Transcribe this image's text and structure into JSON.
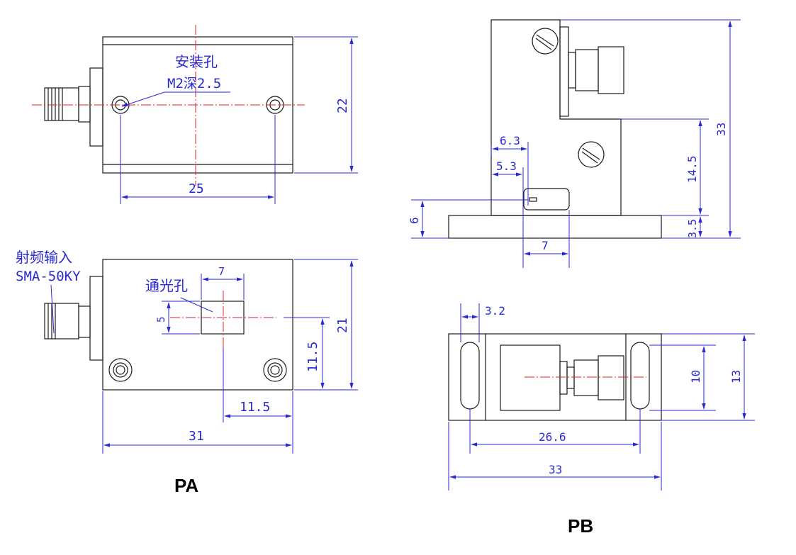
{
  "views": {
    "pa": {
      "label": "PA",
      "top": {
        "mount_hole_label": "安装孔",
        "mount_hole_spec": "M2深2.5",
        "dim_hole_spacing": "25",
        "dim_height": "22"
      },
      "front": {
        "rf_input_label": "射频输入",
        "connector_model": "SMA-50KY",
        "aperture_label": "通光孔",
        "dim_aperture_width": "7",
        "dim_aperture_height": "5",
        "dim_width": "31",
        "dim_height": "21",
        "dim_center_x": "11.5",
        "dim_center_y": "11.5"
      }
    },
    "pb": {
      "label": "PB",
      "side": {
        "dim_6_3": "6.3",
        "dim_5_3": "5.3",
        "dim_6": "6",
        "dim_7": "7",
        "dim_14_5": "14.5",
        "dim_3_5": "3.5",
        "dim_33": "33"
      },
      "bottom": {
        "dim_slot_width": "3.2",
        "dim_slot_spacing": "26.6",
        "dim_length": "33",
        "dim_inner": "10",
        "dim_outer": "13"
      }
    }
  }
}
